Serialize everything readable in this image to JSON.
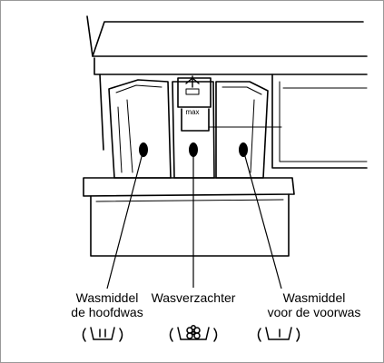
{
  "labels": {
    "main_wash": {
      "line1": "Wasmiddel",
      "line2": "de hoofdwas"
    },
    "softener": {
      "line1": "Wasverzachter"
    },
    "prewash": {
      "line1": "Wasmiddel",
      "line2": "voor de voorwas"
    }
  },
  "siphon_mark": "max",
  "symbols": {
    "main_wash": "main-wash-symbol-icon",
    "softener": "flower-symbol-icon",
    "prewash": "prewash-symbol-icon"
  },
  "colors": {
    "line": "#000000",
    "frame": "#999999",
    "background": "#ffffff"
  }
}
